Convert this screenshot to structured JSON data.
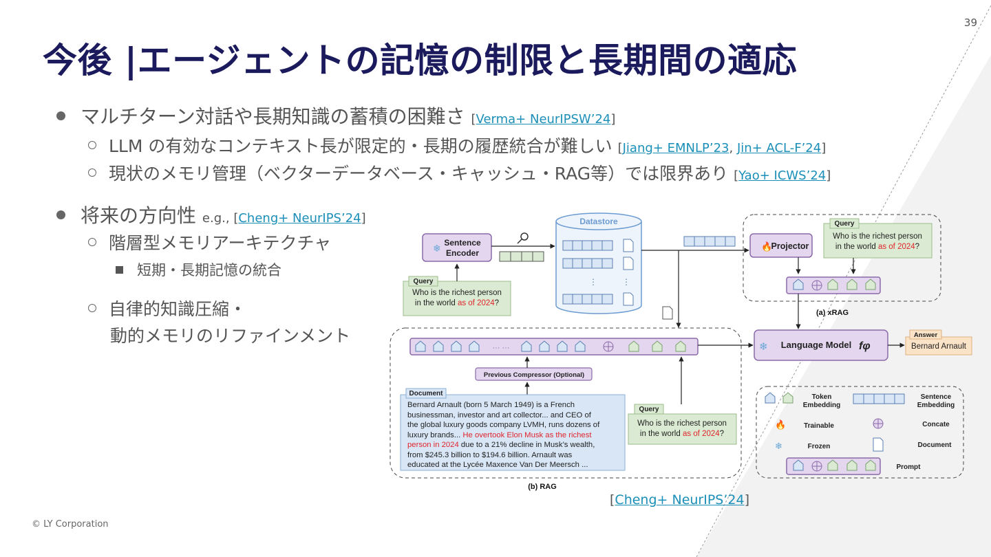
{
  "page_number": "39",
  "title": "今後 |エージェントの記憶の制限と長期間の適応",
  "bullets": {
    "b1": {
      "text": "マルチターン対話や長期知識の蓄積の困難さ",
      "ref_open": "[",
      "ref": "Verma+ NeurIPSW’24",
      "ref_close": "]"
    },
    "b1_1": {
      "text": "LLM の有効なコンテキスト長が限定的・長期の履歴統合が難しい",
      "ref_open": "[",
      "ref_a": "Jiang+ EMNLP’23",
      "ref_sep": ", ",
      "ref_b": "Jin+ ACL-F’24",
      "ref_close": "]"
    },
    "b1_2": {
      "text": "現状のメモリ管理（ベクターデータベース・キャッシュ・RAG等）では限界あり",
      "ref_open": "[",
      "ref": "Yao+ ICWS’24",
      "ref_close": "]"
    },
    "b2": {
      "text": "将来の方向性",
      "eg": "e.g.,",
      "ref_open": "[",
      "ref": "Cheng+ NeurIPS’24",
      "ref_close": "]"
    },
    "b2_1": {
      "text": "階層型メモリアーキテクチャ"
    },
    "b2_1_1": {
      "text": "短期・長期記憶の統合"
    },
    "b2_2": {
      "line1": "自律的知識圧縮・",
      "line2": "動的メモリのリファインメント"
    }
  },
  "figure": {
    "datastore": "Datastore",
    "sentence_encoder_1": "Sentence",
    "sentence_encoder_2": "Encoder",
    "query_tag": "Query",
    "query_text_1": "Who is the richest person",
    "query_text_2a": "in the world ",
    "query_text_2b": "as of 2024",
    "query_text_2c": "?",
    "projector": "Projector",
    "xrag_label": "(a) xRAG",
    "rag_label": "(b) RAG",
    "language_model": "Language Model",
    "lm_symbol": "fφ",
    "answer_tag": "Answer",
    "answer_text": "Bernard Arnault",
    "prev_compressor": "Previous Compressor (Optional)",
    "document_tag": "Document",
    "doc_lines": [
      "Bernard Arnault (born 5 March 1949) is a French",
      "businessman, investor and art collector... and CEO of",
      "the global luxury goods company LVMH, runs dozens of",
      "luxury brands... "
    ],
    "doc_red_1": "He overtook Elon Musk as the richest",
    "doc_red_2": "person in 2024",
    "doc_line5_rest": " due to a 21% decline in Musk’s wealth,",
    "doc_line6": "from $245.3 billion to $194.6 billion. Arnault was",
    "doc_line7": "educated at the Lycée Maxence Van Der Meersch ...",
    "dots": "··· ···",
    "legend": {
      "token_emb_1": "Token",
      "token_emb_2": "Embedding",
      "sent_emb_1": "Sentence",
      "sent_emb_2": "Embedding",
      "trainable": "Trainable",
      "concate": "Concate",
      "frozen": "Frozen",
      "document": "Document",
      "prompt": "Prompt"
    },
    "colors": {
      "purple_fill": "#e3d6ee",
      "purple_stroke": "#8a6aa8",
      "green_fill": "#dbead2",
      "blue_fill": "#d8e6f6",
      "answer_fill": "#fbe3c8",
      "red": "#e0242b"
    }
  },
  "figure_ref": {
    "open": "[",
    "ref": "Cheng+ NeurIPS’24",
    "close": "]"
  },
  "footer": "© LY Corporation"
}
